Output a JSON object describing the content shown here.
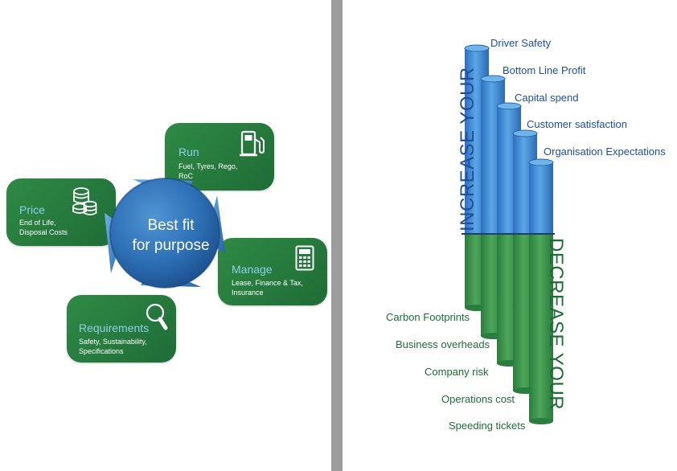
{
  "cycle": {
    "center_text": [
      "Best fit",
      "for purpose"
    ],
    "stages": [
      {
        "title": "Run",
        "details": [
          "Fuel, Tyres, Rego,",
          "RoC"
        ],
        "icon": "fuel-pump-icon"
      },
      {
        "title": "Manage",
        "details": [
          "Lease, Finance & Tax,",
          "Insurance"
        ],
        "icon": "calculator-icon"
      },
      {
        "title": "Requirements",
        "details": [
          "Safety, Sustainability,",
          "Specifications"
        ],
        "icon": "magnifier-icon"
      },
      {
        "title": "Price",
        "details": [
          "End of Life,",
          "Disposal Costs"
        ],
        "icon": "coins-icon"
      }
    ]
  },
  "impact": {
    "increase_heading": "INCREASE YOUR",
    "decrease_heading": "DECREASE YOUR",
    "increase_items": [
      "Driver Safety",
      "Bottom Line Profit",
      "Capital spend",
      "Customer satisfaction",
      "Organisation Expectations"
    ],
    "decrease_items": [
      "Carbon Footprints",
      "Business overheads",
      "Company risk",
      "Operations cost",
      "Speeding tickets"
    ]
  },
  "colors": {
    "card_green": "#2f8a45",
    "title_light_blue": "#8ecfe8",
    "increase_blue": "#1f4f9a",
    "decrease_green": "#1f6c37",
    "divider_gray": "#9d9d9d"
  }
}
